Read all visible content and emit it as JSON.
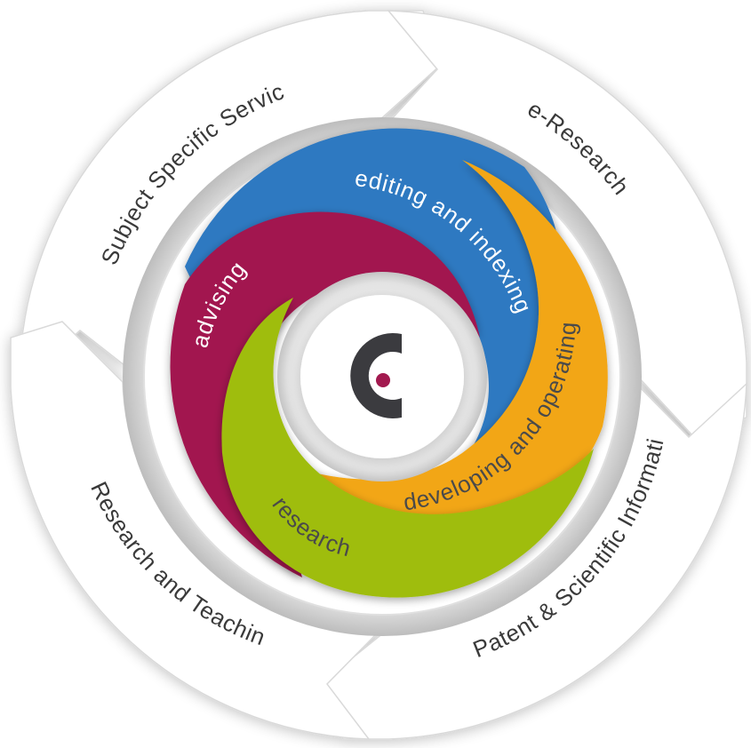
{
  "outer_cycle": {
    "segments": [
      {
        "key": "subject",
        "label": "Subject Specific Services"
      },
      {
        "key": "eresearch",
        "label": "e-Research"
      },
      {
        "key": "patent",
        "label": "Patent & Scientific Information"
      },
      {
        "key": "teaching",
        "label": "Research and Teaching"
      }
    ]
  },
  "inner_spiral": {
    "segments": [
      {
        "key": "advising",
        "label": "advising",
        "color": "#a2194f",
        "text_color": "#ffffff"
      },
      {
        "key": "editing",
        "label": "editing and indexing",
        "color": "#2f79c1",
        "text_color": "#ffffff"
      },
      {
        "key": "developing",
        "label": "developing and operating",
        "color": "#f2a612",
        "text_color": "#4a4a4a"
      },
      {
        "key": "research",
        "label": "research",
        "color": "#9fbd0d",
        "text_color": "#4a4a4a"
      }
    ]
  },
  "center_logo": {
    "icon": "c-logo-icon",
    "arc_color": "#3b3b3f",
    "dot_color": "#a2194f"
  }
}
